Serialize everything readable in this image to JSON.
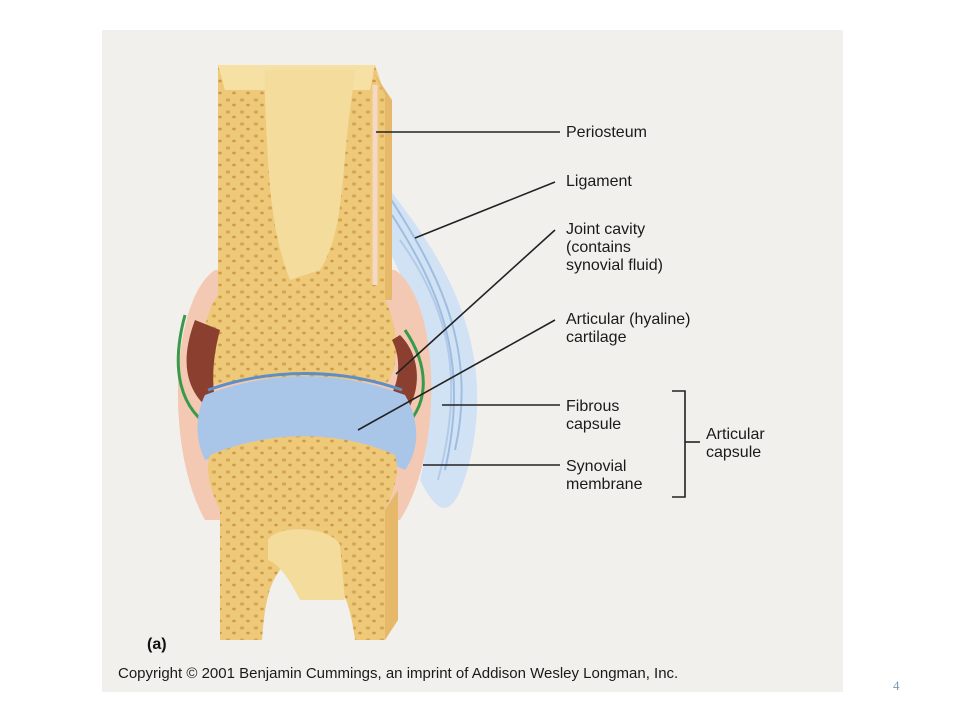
{
  "figure": {
    "panel_letter": "(a)",
    "copyright": "Copyright © 2001 Benjamin Cummings, an imprint of Addison Wesley Longman, Inc.",
    "labels": {
      "periosteum": "Periosteum",
      "ligament": "Ligament",
      "joint_cavity": "Joint cavity\n(contains\nsynovial fluid)",
      "articular_cartilage": "Articular (hyaline)\ncartilage",
      "fibrous_capsule": "Fibrous\ncapsule",
      "synovial_membrane": "Synovial\nmembrane",
      "articular_capsule": "Articular\ncapsule"
    }
  },
  "slide": {
    "page_number": "4"
  },
  "colors": {
    "bone": "#eec97a",
    "marrow": "#f3dc9c",
    "cavity": "#8a3f2f",
    "cartilage": "#a9c6e8",
    "synovial": "#3a9a4a",
    "fibrous": "#f3c9b3",
    "ligament": "#c9dcf2"
  }
}
